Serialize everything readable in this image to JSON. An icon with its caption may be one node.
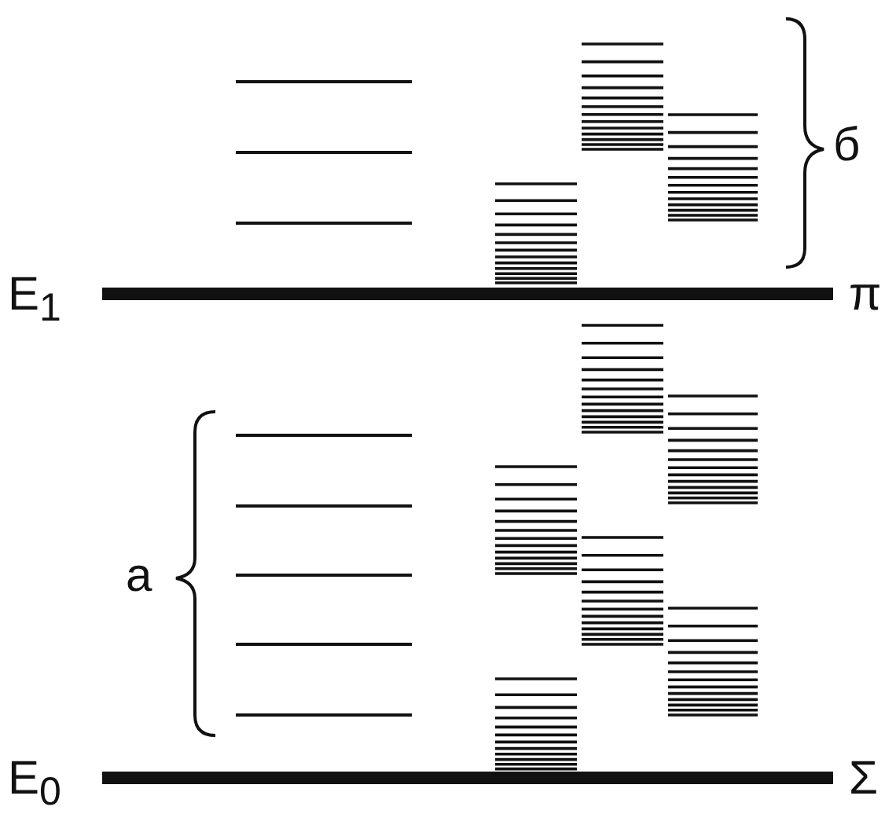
{
  "diagram": {
    "labels": [
      "б",
      "E$_{1}$",
      "π",
      "а",
      "E$_{0}$",
      "Σ"
    ]
  }
}
